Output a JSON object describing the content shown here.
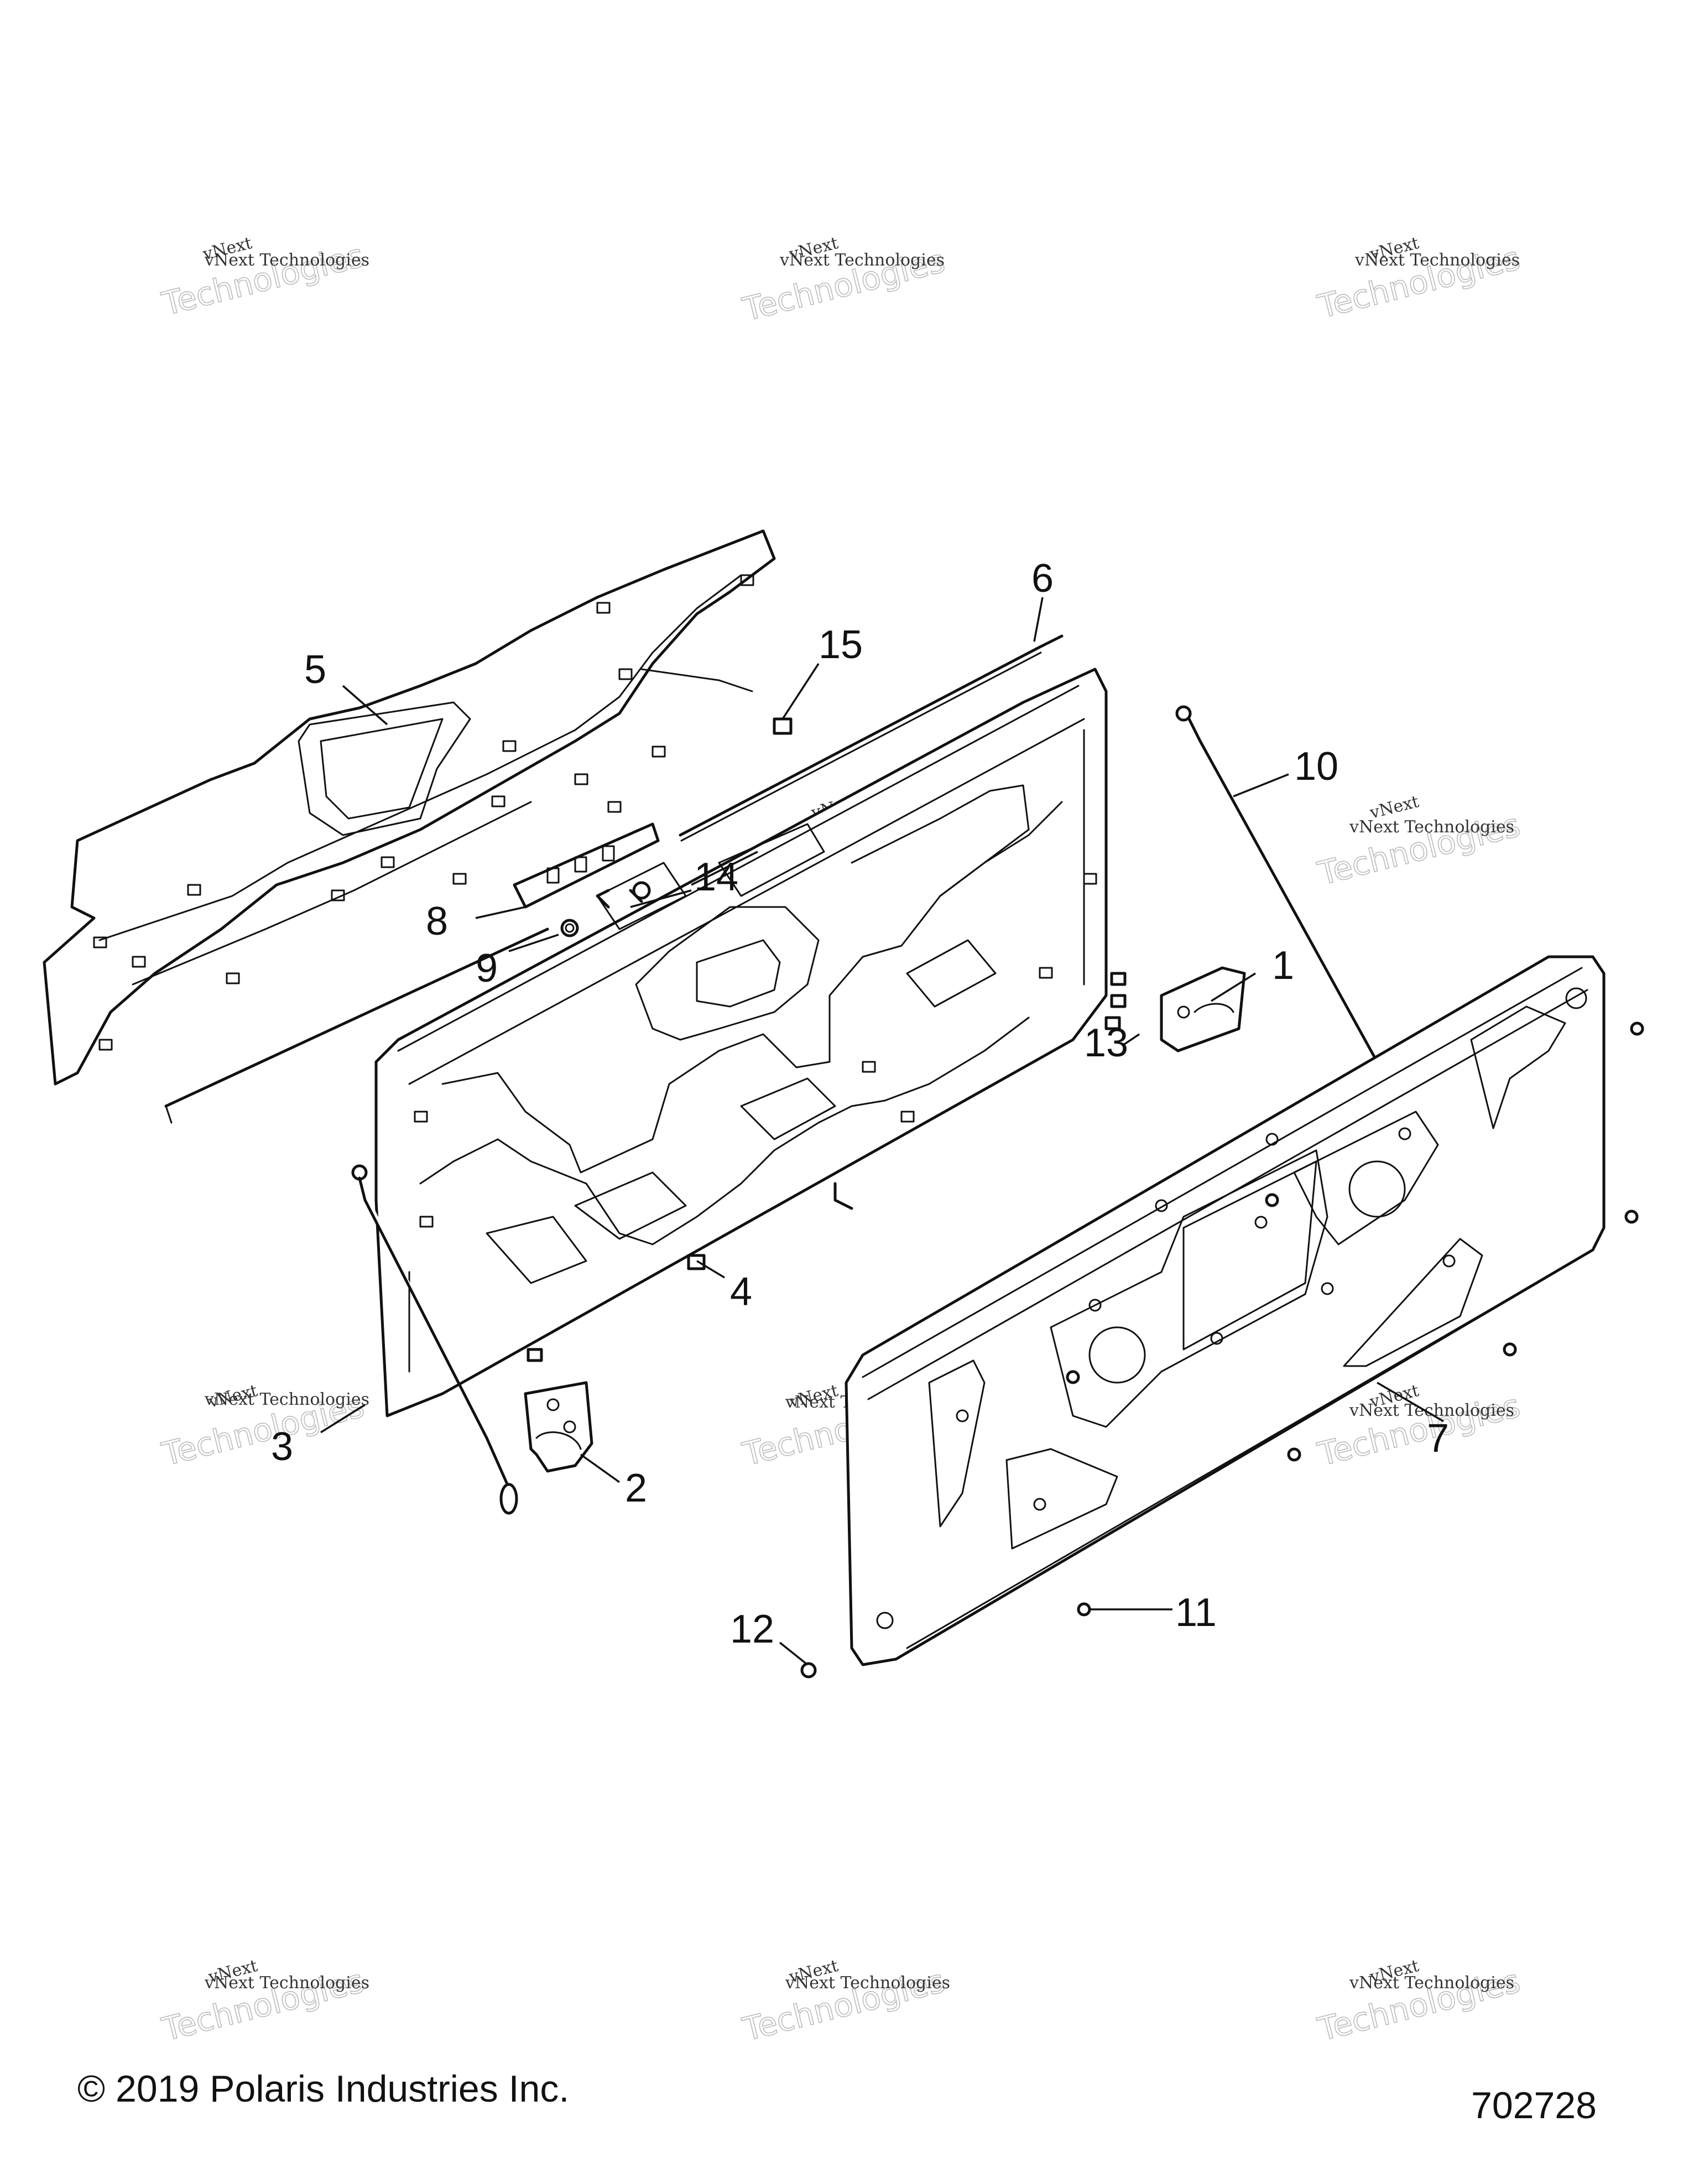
{
  "callouts": {
    "c1": "1",
    "c2": "2",
    "c3": "3",
    "c4": "4",
    "c5": "5",
    "c6": "6",
    "c7": "7",
    "c8": "8",
    "c9": "9",
    "c10": "10",
    "c11": "11",
    "c12": "12",
    "c13": "13",
    "c14": "14",
    "c15": "15"
  },
  "watermark": {
    "small": "vNext Technologies",
    "big": "Technologies",
    "top": "vNext"
  },
  "footer": {
    "copyright": "© 2019 Polaris Industries Inc.",
    "diagram_number": "702728"
  }
}
